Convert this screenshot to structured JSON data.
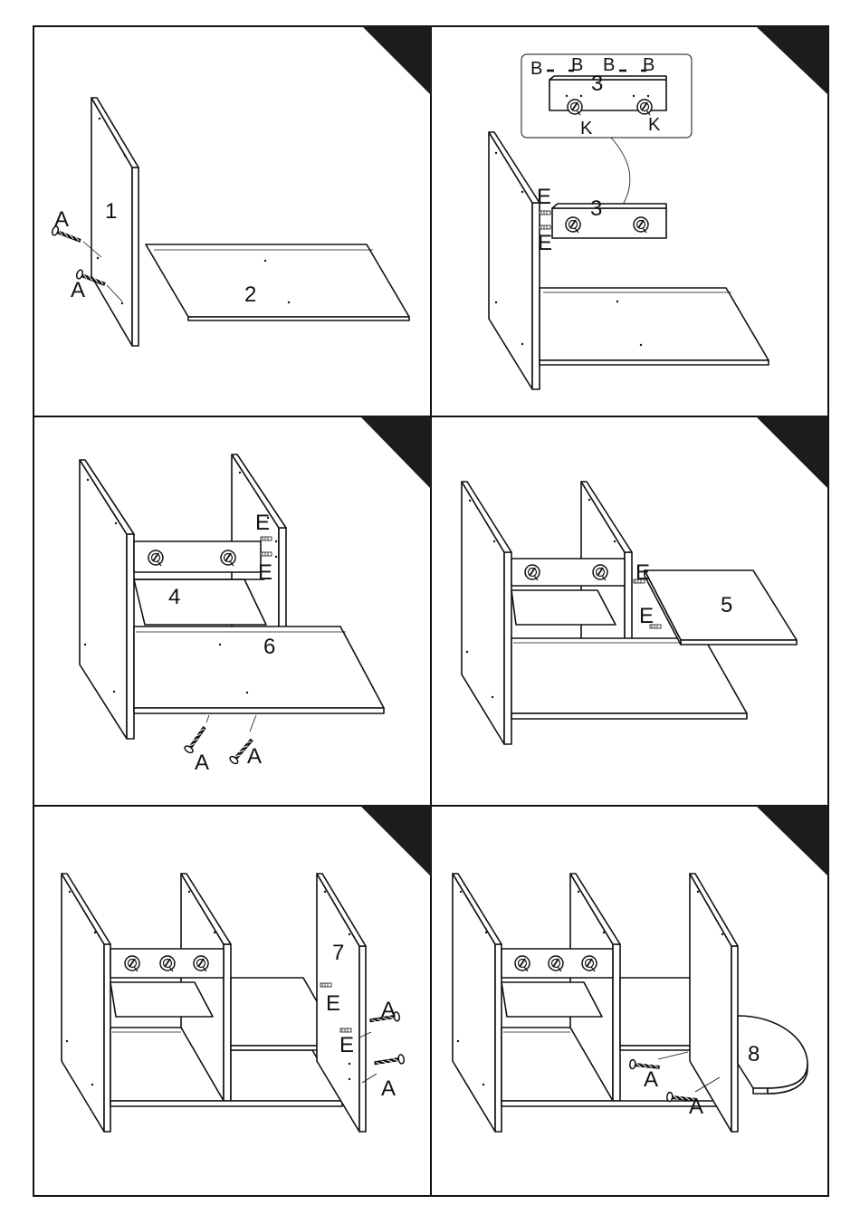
{
  "steps": [
    {
      "id": "step-1",
      "labels": {
        "panel_side": "1",
        "panel_bottom": "2",
        "screw_a1": "A",
        "screw_a2": "A"
      }
    },
    {
      "id": "step-2",
      "labels": {
        "b1": "B",
        "b2": "B",
        "b3": "B",
        "b4": "B",
        "inset_panel": "3",
        "k1": "K",
        "k2": "K",
        "e1": "E",
        "e2": "E",
        "panel": "3"
      }
    },
    {
      "id": "step-3",
      "labels": {
        "e1": "E",
        "e2": "E",
        "panel_shelf": "4",
        "panel_divider": "6",
        "a1": "A",
        "a2": "A"
      }
    },
    {
      "id": "step-4",
      "labels": {
        "e1": "E",
        "e2": "E",
        "panel_shelf": "5"
      }
    },
    {
      "id": "step-5",
      "labels": {
        "panel_side": "7",
        "e1": "E",
        "e2": "E",
        "a1": "A",
        "a2": "A"
      }
    },
    {
      "id": "step-6",
      "labels": {
        "panel_corner": "8",
        "a1": "A",
        "a2": "A"
      }
    }
  ],
  "colors": {
    "line": "#111111",
    "corner_tab": "#1c1c1c",
    "background": "#ffffff"
  }
}
